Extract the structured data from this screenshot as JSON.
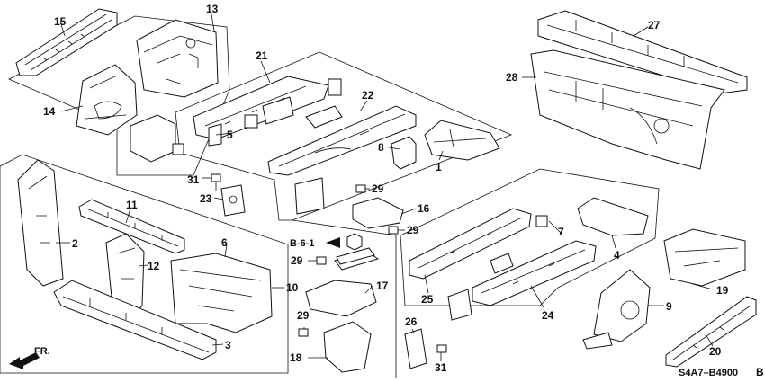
{
  "callouts": [
    "1",
    "2",
    "3",
    "4",
    "5",
    "6",
    "7",
    "8",
    "9",
    "10",
    "11",
    "12",
    "13",
    "14",
    "15",
    "16",
    "17",
    "18",
    "19",
    "20",
    "21",
    "22",
    "23",
    "24",
    "25",
    "26",
    "27",
    "28",
    "29",
    "29",
    "29",
    "29",
    "31",
    "31"
  ],
  "ref_code": "B-6-1",
  "front_label": "FR.",
  "diagram_code": "S4A7–B4900",
  "diagram_suffix": "B"
}
